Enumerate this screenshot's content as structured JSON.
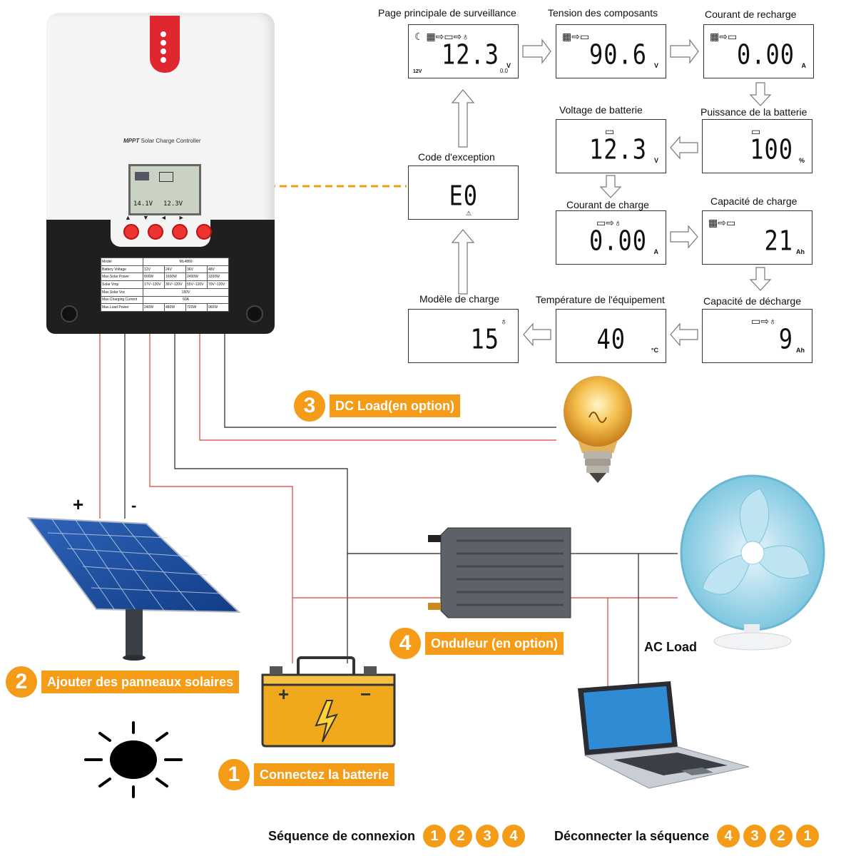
{
  "controller": {
    "brand": "MPPT",
    "subtitle": "Solar Charge Controller",
    "model": "ML4860",
    "lcd_left": "14.1V",
    "lcd_right": "12.3V",
    "buttons": [
      "▲",
      "▼",
      "◄",
      "►"
    ],
    "spec_table": {
      "header": [
        "Model",
        "ML4860"
      ],
      "rows": [
        [
          "Battery Voltage",
          "12V",
          "24V",
          "36V",
          "48V"
        ],
        [
          "Max.Solar Power",
          "800W",
          "1600W",
          "2400W",
          "3200W"
        ],
        [
          "Solar Vmp",
          "17V~120V",
          "36V~120V",
          "55V~120V",
          "70V~120V"
        ],
        [
          "Max.Solar Voc",
          "150V"
        ],
        [
          "Max.Charging Current",
          "60A"
        ],
        [
          "Max.Load Power",
          "240W",
          "480W",
          "720W",
          "960W"
        ]
      ]
    }
  },
  "screens": [
    {
      "id": "main",
      "label": "Page principale de surveillance",
      "value": "12.3",
      "unit": "V",
      "tag": "12V",
      "tag2": "0.0"
    },
    {
      "id": "comp_voltage",
      "label": "Tension des composants",
      "value": "90.6",
      "unit": "V"
    },
    {
      "id": "recharge_current",
      "label": "Courant de recharge",
      "value": "0.00",
      "unit": "A"
    },
    {
      "id": "battery_power",
      "label": "Puissance de la batterie",
      "value": "100",
      "unit": "%"
    },
    {
      "id": "battery_voltage",
      "label": "Voltage de batterie",
      "value": "12.3",
      "unit": "V"
    },
    {
      "id": "exception",
      "label": "Code d'exception",
      "value": "E0",
      "unit": ""
    },
    {
      "id": "charge_current",
      "label": "Courant de charge",
      "value": "0.00",
      "unit": "A"
    },
    {
      "id": "charge_capacity",
      "label": "Capacité de charge",
      "value": "21",
      "unit": "Ah"
    },
    {
      "id": "discharge_capacity",
      "label": "Capacité de décharge",
      "value": "9",
      "unit": "Ah"
    },
    {
      "id": "equipment_temp",
      "label": "Température de l'équipement",
      "value": "40",
      "unit": "°C"
    },
    {
      "id": "charge_model",
      "label": "Modèle de charge",
      "value": "15",
      "unit": ""
    }
  ],
  "badges": [
    {
      "num": "1",
      "label": "Connectez la batterie"
    },
    {
      "num": "2",
      "label": "Ajouter des panneaux solaires"
    },
    {
      "num": "3",
      "label": "DC Load(en option)"
    },
    {
      "num": "4",
      "label": "Onduleur (en option)"
    }
  ],
  "panel_plus": "+",
  "panel_minus": "-",
  "battery_plus": "+",
  "battery_minus": "−",
  "ac_load": "AC Load",
  "sequence": {
    "connect_label": "Séquence de connexion",
    "connect": [
      "1",
      "2",
      "3",
      "4"
    ],
    "disconnect_label": "Déconnecter la séquence",
    "disconnect": [
      "4",
      "3",
      "2",
      "1"
    ]
  },
  "colors": {
    "accent": "#f49b17",
    "wire_red": "#d9403a",
    "wire_black": "#222222"
  }
}
